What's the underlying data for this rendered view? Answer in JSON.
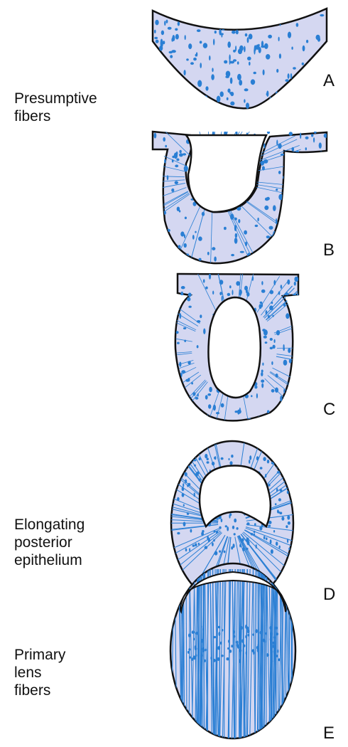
{
  "labels": {
    "presumptive": "Presumptive\nfibers",
    "elongating": "Elongating\nposterior\nepithelium",
    "primary": "Primary\nlens\nfibers"
  },
  "stages": {
    "a": "A",
    "b": "B",
    "c": "C",
    "d": "D",
    "e": "E"
  },
  "colors": {
    "tissue": "#d4d7f1",
    "nucleus": "#2a7fd4",
    "outline": "#111111",
    "background": "#ffffff"
  }
}
